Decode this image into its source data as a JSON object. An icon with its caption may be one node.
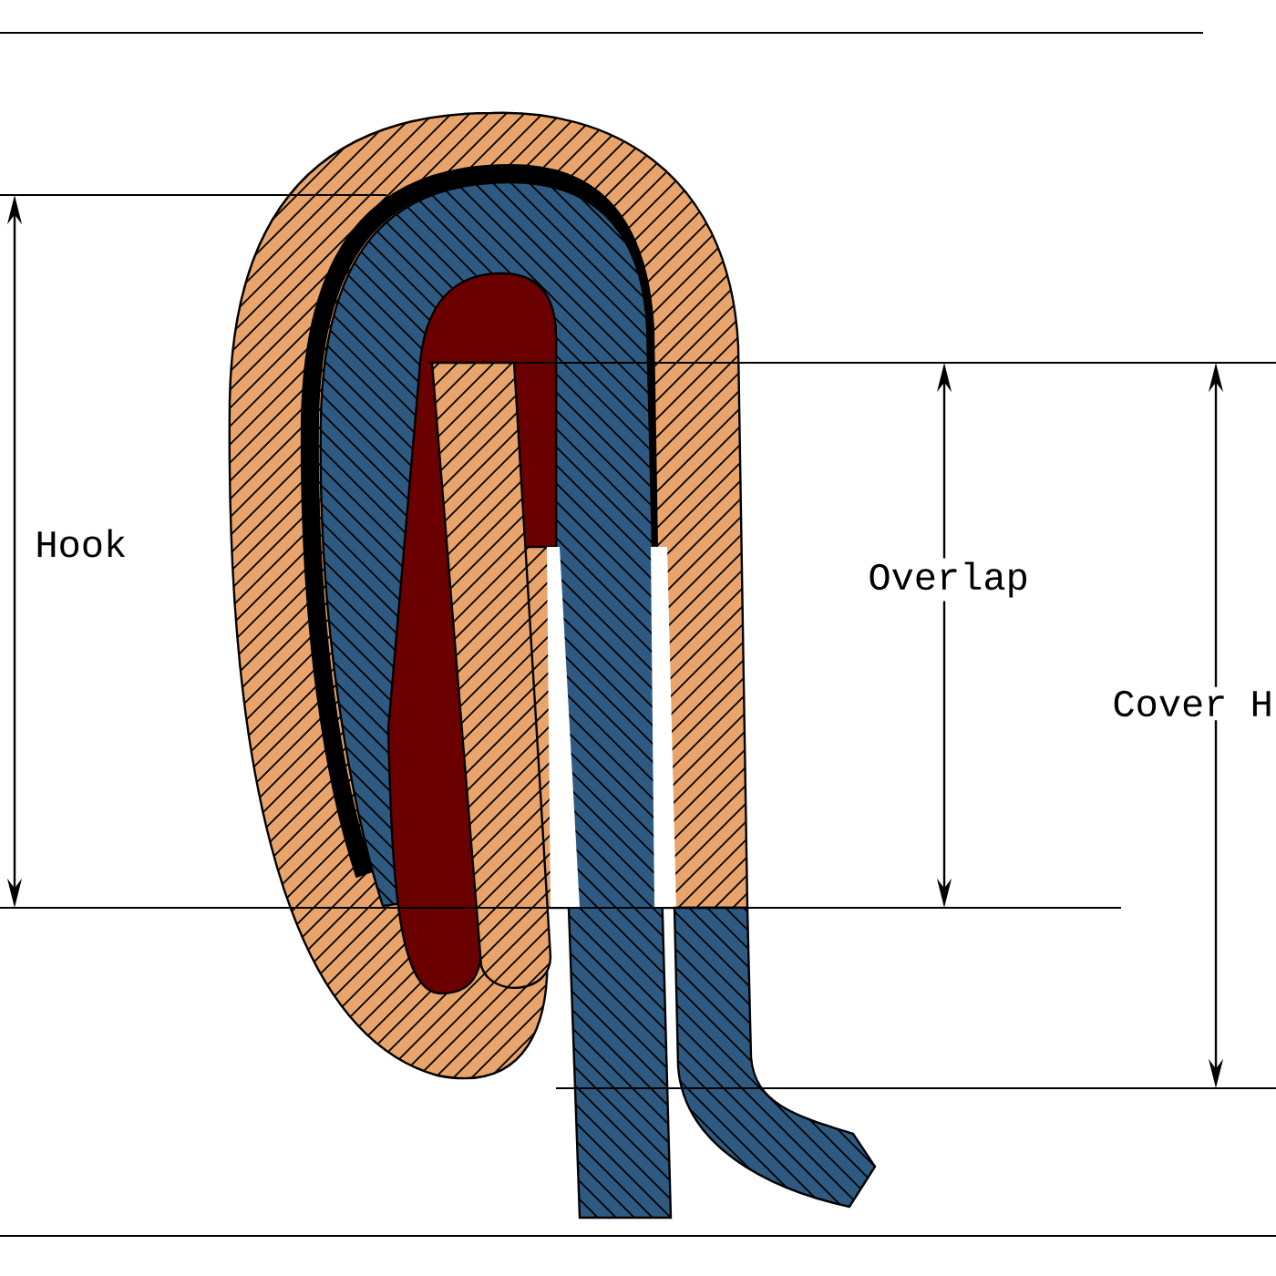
{
  "diagram": {
    "labels": [
      "Hook",
      "Overlap",
      "Cover H"
    ]
  }
}
